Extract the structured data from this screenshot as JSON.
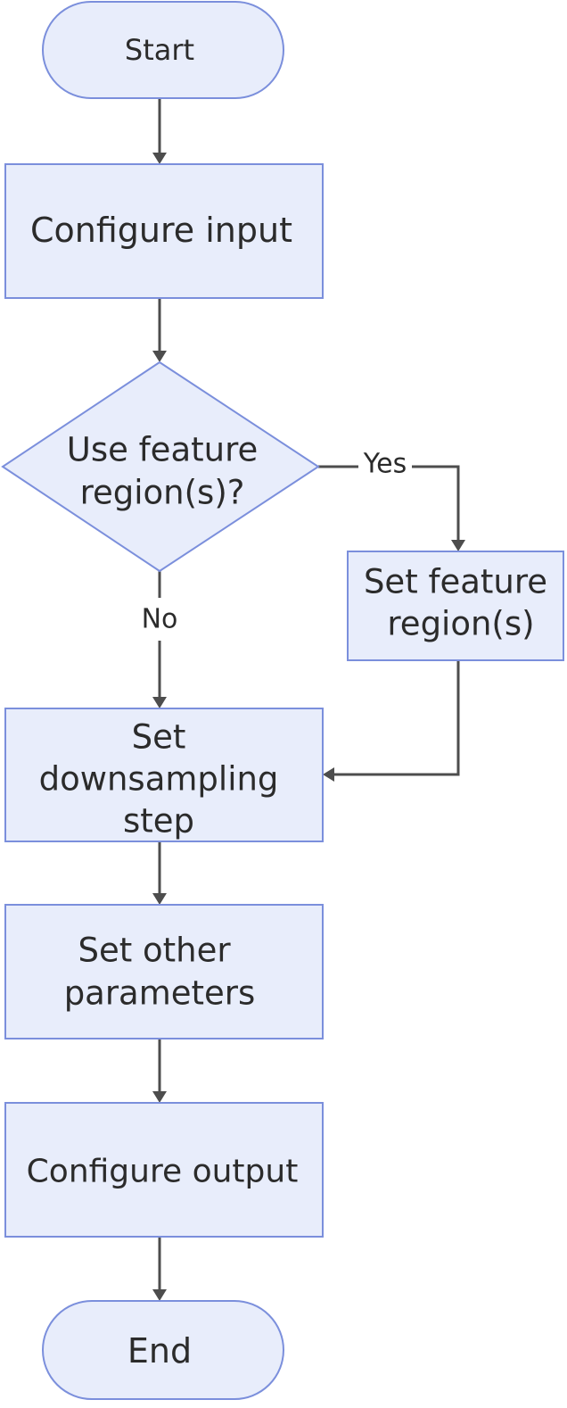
{
  "nodes": {
    "start": "Start",
    "configure_input": "Configure input",
    "decision_line1": "Use feature",
    "decision_line2": "region(s)?",
    "set_feature_line1": "Set feature",
    "set_feature_line2": "region(s)",
    "downsampling_line1": "Set",
    "downsampling_line2": "downsampling",
    "downsampling_line3": "step",
    "other_params_line1": "Set other",
    "other_params_line2": "parameters",
    "configure_output": "Configure output",
    "end": "End"
  },
  "edges": {
    "yes_label": "Yes",
    "no_label": "No"
  },
  "colors": {
    "node_fill": "#e8edfb",
    "node_stroke": "#7b8fdc",
    "edge": "#4d4d4d",
    "text": "#2b2b2b"
  }
}
